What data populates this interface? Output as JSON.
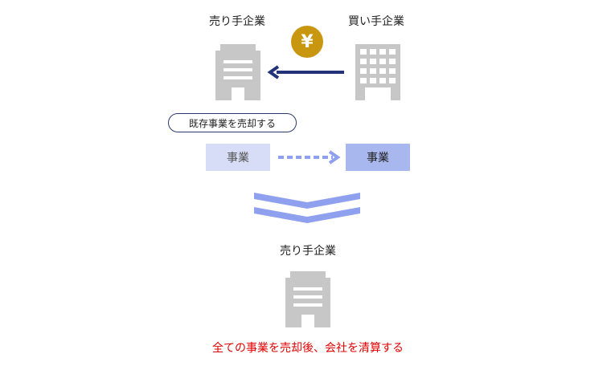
{
  "seller_label": "売り手企業",
  "buyer_label": "買い手企業",
  "yen_symbol": "¥",
  "action_pill": "既存事業を売却する",
  "business_from": "事業",
  "business_to": "事業",
  "result_seller_label": "売り手企業",
  "result_note": "全ての事業を売却後、会社を清算する",
  "colors": {
    "building": "#c7c7c7",
    "payment_arrow": "#22337a",
    "transfer_arrow": "#8fa1ee",
    "chevrons": "#8fa1ee",
    "yen_badge": "#c8960f",
    "note_text": "#e00000"
  }
}
